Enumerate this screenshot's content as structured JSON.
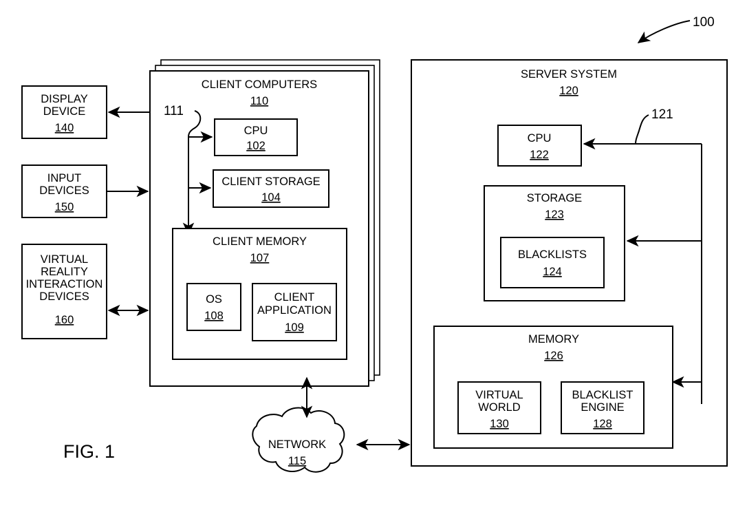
{
  "figure": {
    "caption": "FIG. 1",
    "system_ref": "100"
  },
  "peripherals": [
    {
      "name": "display-device",
      "lines": [
        "DISPLAY",
        "DEVICE"
      ],
      "ref": "140",
      "arrow": "to-peripheral"
    },
    {
      "name": "input-devices",
      "lines": [
        "INPUT",
        "DEVICES"
      ],
      "ref": "150",
      "arrow": "to-client"
    },
    {
      "name": "virtual-reality-interaction-devices",
      "lines": [
        "VIRTUAL",
        "REALITY",
        "INTERACTION",
        "DEVICES"
      ],
      "ref": "160",
      "arrow": "bidirectional"
    }
  ],
  "client": {
    "title": "CLIENT COMPUTERS",
    "ref": "110",
    "bus_ref": "111",
    "cpu": {
      "title": "CPU",
      "ref": "102"
    },
    "storage": {
      "title": "CLIENT STORAGE",
      "ref": "104"
    },
    "memory": {
      "title": "CLIENT MEMORY",
      "ref": "107",
      "children": [
        {
          "lines": [
            "OS"
          ],
          "ref": "108"
        },
        {
          "lines": [
            "CLIENT",
            "APPLICATION"
          ],
          "ref": "109"
        }
      ]
    }
  },
  "network": {
    "title": "NETWORK",
    "ref": "115"
  },
  "server": {
    "title": "SERVER SYSTEM",
    "ref": "120",
    "bus_ref": "121",
    "cpu": {
      "title": "CPU",
      "ref": "122"
    },
    "storage": {
      "title": "STORAGE",
      "ref": "123",
      "children": [
        {
          "lines": [
            "BLACKLISTS"
          ],
          "ref": "124"
        }
      ]
    },
    "memory": {
      "title": "MEMORY",
      "ref": "126",
      "children": [
        {
          "lines": [
            "VIRTUAL",
            "WORLD"
          ],
          "ref": "130"
        },
        {
          "lines": [
            "BLACKLIST",
            "ENGINE"
          ],
          "ref": "128"
        }
      ]
    }
  },
  "colors": {
    "stroke": "#000000",
    "fill": "#ffffff"
  }
}
